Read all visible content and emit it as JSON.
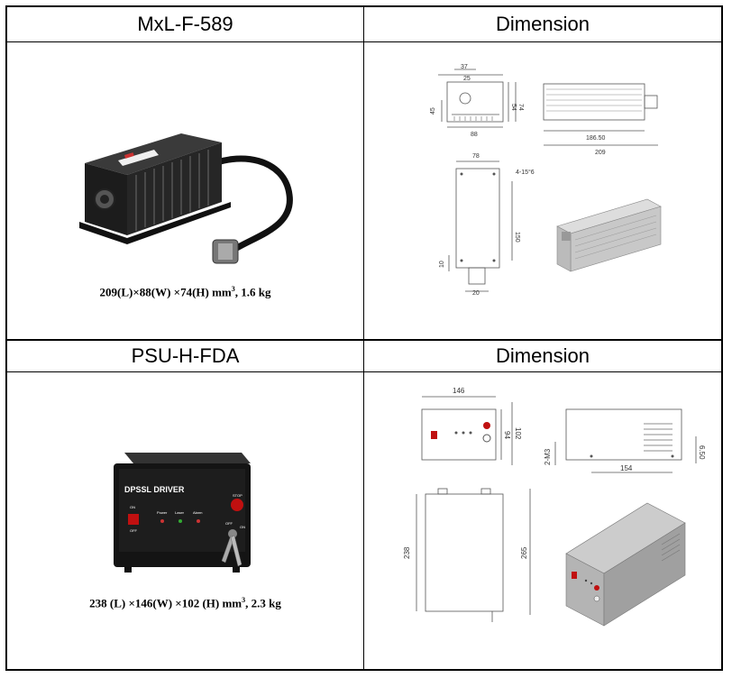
{
  "headers": {
    "top_left": "MxL-F-589",
    "top_right": "Dimension",
    "bottom_left": "PSU-H-FDA",
    "bottom_right": "Dimension"
  },
  "captions": {
    "laser": {
      "pre": "209(L)×88(W) ×74(H) mm",
      "sup": "3",
      "post": ", 1.6 kg"
    },
    "psu": {
      "pre": "238 (L) ×146(W) ×102 (H) mm",
      "sup": "3",
      "post": ", 2.3 kg"
    }
  },
  "laser_dims": {
    "d37": "37",
    "d25": "25",
    "d45": "45",
    "d54": "54",
    "d74": "74",
    "d88": "88",
    "d186": "186.50",
    "d209": "209",
    "d78": "78",
    "d4hole": "4-15°6",
    "d150": "150",
    "d10": "10",
    "d20": "20"
  },
  "psu_dims": {
    "d146": "146",
    "d94": "94",
    "d102": "102",
    "d2m3": "2-M3",
    "d154": "154",
    "d650": "6.50",
    "d238": "238",
    "d265": "265"
  },
  "psu_panel": {
    "title": "DPSSL   DRIVER",
    "stop": "STOP",
    "on": "ON",
    "off": "OFF",
    "power": "Power",
    "laser": "Laser",
    "alarm": "Alarm",
    "key_off": "OFF",
    "key_on": "ON"
  },
  "colors": {
    "border": "#000000",
    "device": "#1a1a1a",
    "drawing": "#444444"
  }
}
